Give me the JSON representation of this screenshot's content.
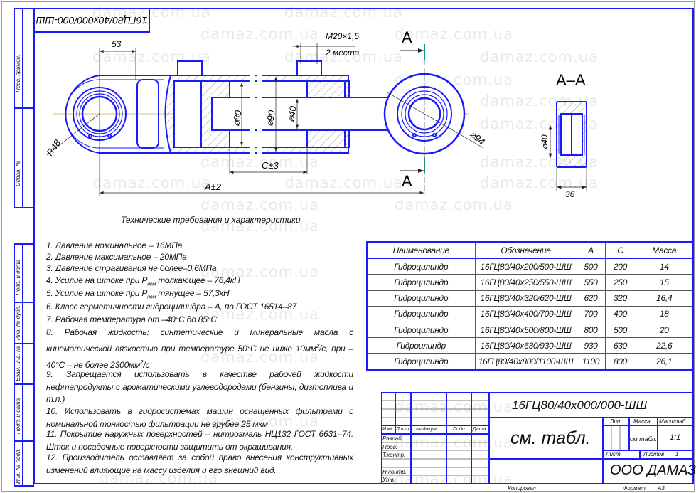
{
  "watermark": "damaz.com.ua",
  "stamp_code_rotated": "16ГЦ80/40х000/000-ШШ",
  "left_margin": {
    "top_labels": [
      "Перв. примен.",
      "Справ. №"
    ],
    "bottom_labels": [
      "Подп. и дата",
      "Инв. № дубл.",
      "Взам. инв. №",
      "Подп. и дата",
      "Инв. № подл."
    ]
  },
  "dimensions": {
    "eye_offset": "53",
    "port_thread": "M20×1,5",
    "port_count": "2 места",
    "radius": "R48",
    "bore_inner": "⌀80",
    "bore_outer": "⌀90",
    "rod": "⌀40",
    "stroke": "C±3",
    "length": "A±2",
    "eye_diameter": "⌀94",
    "section_bore": "⌀40",
    "section_width": "36"
  },
  "section": {
    "cut_label": "A",
    "view_title": "А–А"
  },
  "requirements": {
    "title": "Технические требования и характеристики.",
    "items": [
      "1. Давление номинальное –  16МПа",
      "2. Давление максимальное – 20МПа",
      "3. Давление страгивания не более–0,6МПа",
      {
        "pre": "4. Усилие на штоке при P",
        "sub": "ном",
        "post": "  толкающее – 76,4кН"
      },
      {
        "pre": "5. Усилие на штоке при P",
        "sub": "ном",
        "post": "   тянущее – 57,3кН"
      },
      "6. Класс герметичности гидроцилиндра – А, по ГОСТ 16514–87",
      "7. Рабочая температура от –40°С до 85°С",
      {
        "pre": "8. Рабочая жидкость: синтетические и минеральные масла с кинематической вязкостью при температуре 50°С не ниже 10мм",
        "sup": "2",
        "mid": "/с, при –40°С – не более  2300мм",
        "sup2": "2",
        "post": "/с"
      },
      "9. Запрещается использовать в качестве рабочей жидкости нефтепродукты с ароматическими углеводородами (бензины, дизтоплива и т.п.)",
      "10. Использовать в гидросистемах машин оснащенных фильтрами с номинальной тонкостью фильтрации не грубее 25 мкм",
      "11. Покрытие наружных поверхностей – нитроэмаль НЦ132 ГОСТ 6631–74. Шток и посадочные поверхности защитить от окрашивания.",
      "12. Производитель оставляет за собой право внесения конструктивных изменений влияющие на массу изделия и его внешний вид."
    ]
  },
  "spec_table": {
    "headers": [
      "Наименование",
      "Обозначение",
      "A",
      "C",
      "Масса"
    ],
    "rows": [
      [
        "Гидроцилиндр",
        "16ГЦ80/40х200/500-ШШ",
        "500",
        "200",
        "14"
      ],
      [
        "Гидроцилиндр",
        "16ГЦ80/40х250/550-ШШ",
        "550",
        "250",
        "15"
      ],
      [
        "Гидроцилиндр",
        "16ГЦ80/40х320/620-ШШ",
        "620",
        "320",
        "16,4"
      ],
      [
        "Гидроцилиндр",
        "16ГЦ80/40х400/700-ШШ",
        "700",
        "400",
        "18"
      ],
      [
        "Гидроцилиндр",
        "16ГЦ80/40х500/800-ШШ",
        "800",
        "500",
        "20"
      ],
      [
        "Гидроилиндр",
        "16ГЦ80/40х630/930-ШШ",
        "930",
        "630",
        "22,6"
      ],
      [
        "Гидроцилиндр",
        "16ГЦ80/40х800/1100-ШШ",
        "1100",
        "800",
        "26,1"
      ]
    ]
  },
  "title_block": {
    "designation": "16ГЦ80/40х000/000-ШШ",
    "name": "см. табл.",
    "columns": [
      "Изм",
      "Лист",
      "№ докум.",
      "Подп.",
      "Дата"
    ],
    "roles": [
      "Разраб.",
      "Пров.",
      "Т.контр.",
      "",
      "Н.контр.",
      "Утв."
    ],
    "lit_label": "Лит.",
    "mass_label": "Масса",
    "scale_label": "Масштаб",
    "mass_value": "см.табл.",
    "scale_value": "1:1",
    "sheet_label": "Лист",
    "sheets_label": "Листов",
    "sheets_value": "1",
    "company": "ООО ДАМАЗ",
    "copied_label": "Копировал",
    "format_label": "Формат",
    "format_value": "А3"
  }
}
